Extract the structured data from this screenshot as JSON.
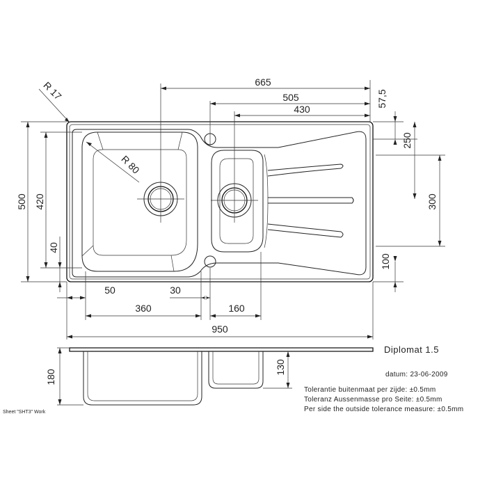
{
  "product": {
    "name": "Diplomat 1.5",
    "date": "datum: 23-06-2009"
  },
  "tolerance": {
    "nl": "Tolerantie buitenmaat per zijde: ±0.5mm",
    "de": "Toleranz Aussenmasse pro Seite: ±0.5mm",
    "en": "Per side the outside tolerance measure: ±0.5mm"
  },
  "sheet_label": "Sheet \"SHT3\" Work",
  "dimensions": {
    "d665": "665",
    "d505": "505",
    "d430": "430",
    "d57_5": "57,5",
    "d250": "250",
    "d300": "300",
    "d100": "100",
    "d500": "500",
    "d420": "420",
    "d40": "40",
    "r17": "R 17",
    "r80": "R 80",
    "d50": "50",
    "d30": "30",
    "d360": "360",
    "d160": "160",
    "d950": "950",
    "d180": "180",
    "d130": "130"
  }
}
